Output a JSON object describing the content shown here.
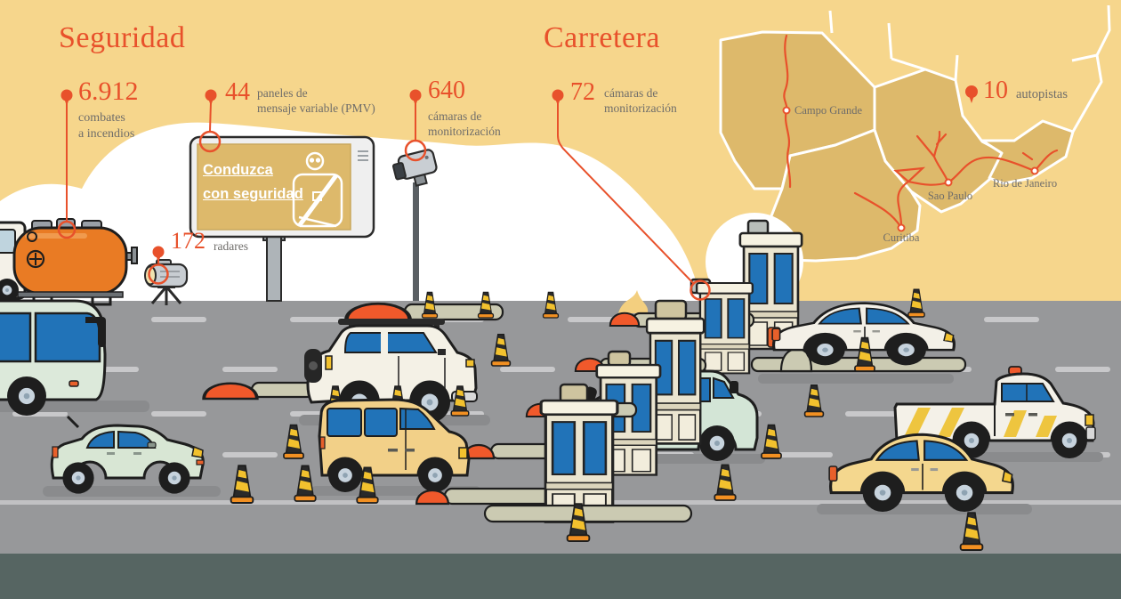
{
  "colors": {
    "accent": "#E8512B",
    "background_tan": "#F6D68C",
    "map_state": "#DDB96B",
    "road": "#97989A",
    "road_line": "#C8C8CA",
    "bottom_band": "#566562",
    "booth_cream": "#EBE5D0",
    "window_blue": "#2173B8",
    "dome_orange": "#F0592B",
    "cone_yellow": "#F2C12E",
    "island": "#CBCAB2",
    "cloud": "#FFFFFF"
  },
  "sections": {
    "seguridad": {
      "title": "Seguridad",
      "stats": [
        {
          "id": "fire-fights",
          "value": "6.912",
          "label": "combates\na incendios"
        },
        {
          "id": "pmv-panels",
          "value": "44",
          "label": "paneles de\nmensaje variable (PMV)"
        },
        {
          "id": "monitor-cameras",
          "value": "640",
          "label": "cámaras de\nmonitorización"
        },
        {
          "id": "radars",
          "value": "172",
          "label": "radares"
        }
      ]
    },
    "carretera": {
      "title": "Carretera",
      "stats": [
        {
          "id": "toll-cameras",
          "value": "72",
          "label": "cámaras de\nmonitorización"
        },
        {
          "id": "highways",
          "value": "10",
          "label": "autopistas"
        }
      ]
    }
  },
  "billboard": {
    "line1": "Conduzca",
    "line2": "con seguridad"
  },
  "map": {
    "cities": [
      {
        "name": "Campo Grande"
      },
      {
        "name": "Sao Paulo"
      },
      {
        "name": "Rio de Janeiro"
      },
      {
        "name": "Curitiba"
      }
    ]
  }
}
